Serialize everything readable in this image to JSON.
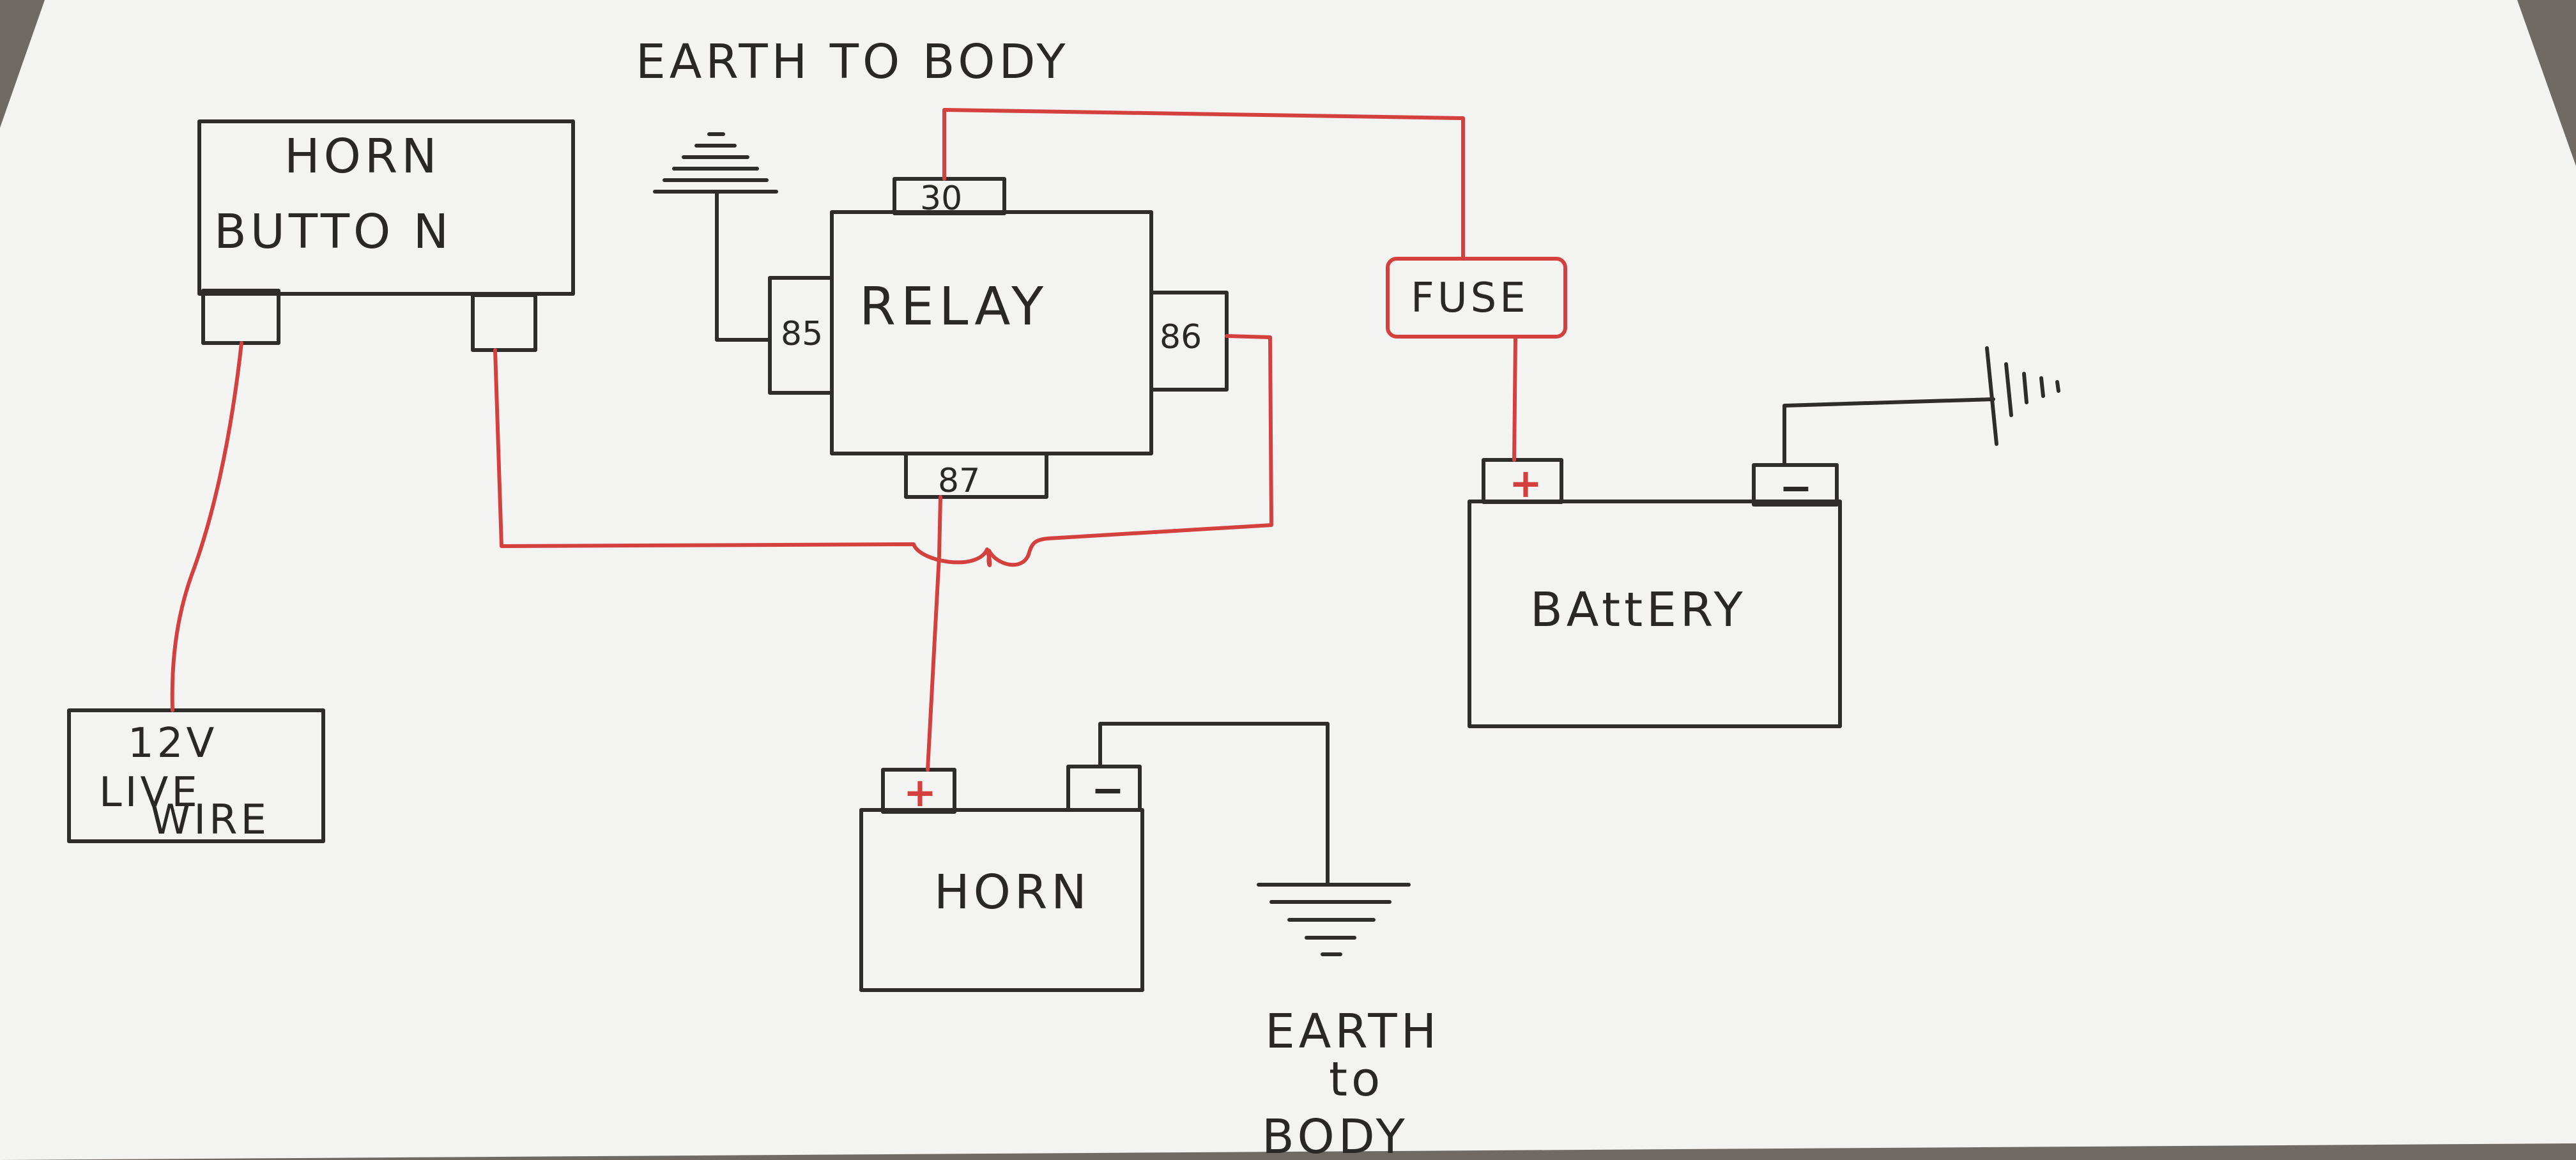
{
  "labels": {
    "earth_top": "EARTH TO BODY",
    "horn_button_line1": "HORN",
    "horn_button_line2": "BUTTO N",
    "relay": "RELAY",
    "pin_30": "30",
    "pin_85": "85",
    "pin_86": "86",
    "pin_87": "87",
    "fuse": "FUSE",
    "battery": "BAttERY",
    "battery_plus": "+",
    "battery_minus": "−",
    "live_line1": "12V",
    "live_line2": "LIVE",
    "live_line3": "WIRE",
    "horn": "HORN",
    "horn_plus": "+",
    "horn_minus": "−",
    "earth_bottom_line1": "EARTH",
    "earth_bottom_line2": "to",
    "earth_bottom_line3": "BODY"
  },
  "colors": {
    "paper": "#f3f3f1",
    "ink": "#2f2d2c",
    "red_wire": "#d4403e",
    "background": "#6f6a64"
  }
}
